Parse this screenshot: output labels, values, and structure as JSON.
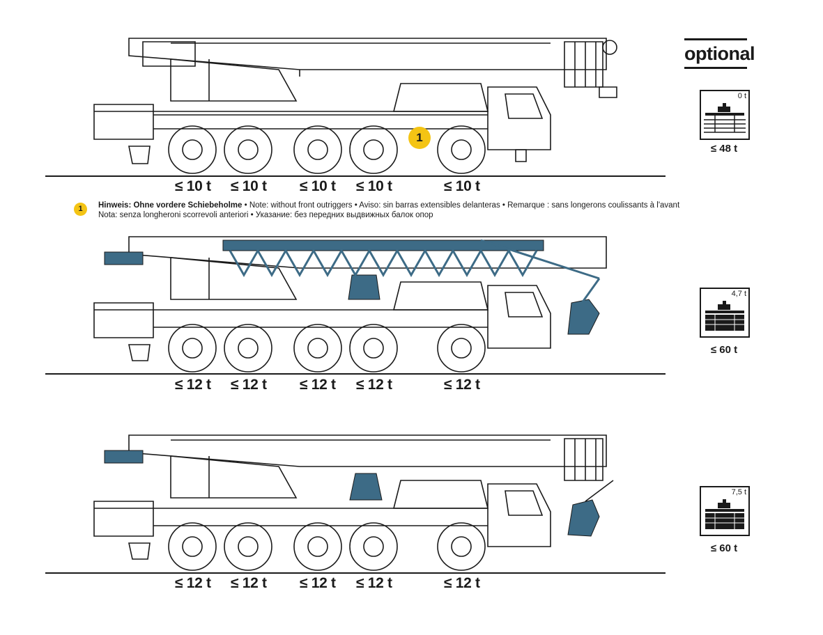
{
  "optional_label": "optional",
  "accent_color": "#3d6b86",
  "badge_color": "#f4c414",
  "note": {
    "badge": "1",
    "bold_part": "Hinweis: Ohne vordere Schiebeholme",
    "line1_rest": " • Note: without front outriggers • Aviso: sin barras extensibles delanteras • Remarque : sans longerons coulissants à l'avant",
    "line2": "Nota: senza longheroni scorrevoli anteriori • Указание: без передних выдвижных балок опор"
  },
  "configs": [
    {
      "axle_loads": [
        "≤ 10 t",
        "≤ 10 t",
        "≤ 10 t",
        "≤ 10 t",
        "≤ 10 t"
      ],
      "counterweight": "0 t",
      "total": "≤ 48 t",
      "crane_badge": "1"
    },
    {
      "axle_loads": [
        "≤ 12 t",
        "≤ 12 t",
        "≤ 12 t",
        "≤ 12 t",
        "≤ 12 t"
      ],
      "counterweight": "4,7 t",
      "total": "≤ 60 t"
    },
    {
      "axle_loads": [
        "≤ 12 t",
        "≤ 12 t",
        "≤ 12 t",
        "≤ 12 t",
        "≤ 12 t"
      ],
      "counterweight": "7,5 t",
      "total": "≤ 60 t"
    }
  ]
}
